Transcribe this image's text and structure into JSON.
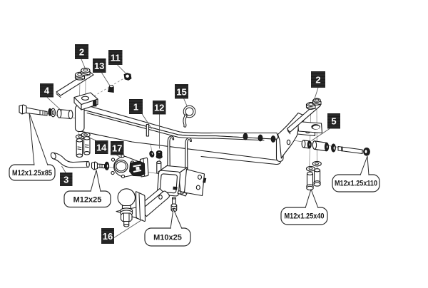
{
  "diagram": {
    "description": "towbar exploded assembly diagram",
    "background_color": "#ffffff",
    "line_color": "#1a1a1a",
    "label_box_color": "#262626",
    "label_text_color": "#ffffff",
    "part_labels": [
      {
        "part": "1"
      },
      {
        "part": "2"
      },
      {
        "part": "2"
      },
      {
        "part": "3"
      },
      {
        "part": "4"
      },
      {
        "part": "5"
      },
      {
        "part": "11"
      },
      {
        "part": "12"
      },
      {
        "part": "13"
      },
      {
        "part": "14"
      },
      {
        "part": "15"
      },
      {
        "part": "16"
      },
      {
        "part": "17"
      }
    ],
    "fastener_callouts": [
      {
        "text": "M12x1.25x85"
      },
      {
        "text": "M12x25"
      },
      {
        "text": "M10x25"
      },
      {
        "text": "M12x1.25x40"
      },
      {
        "text": "M12x1.25x110"
      }
    ]
  }
}
